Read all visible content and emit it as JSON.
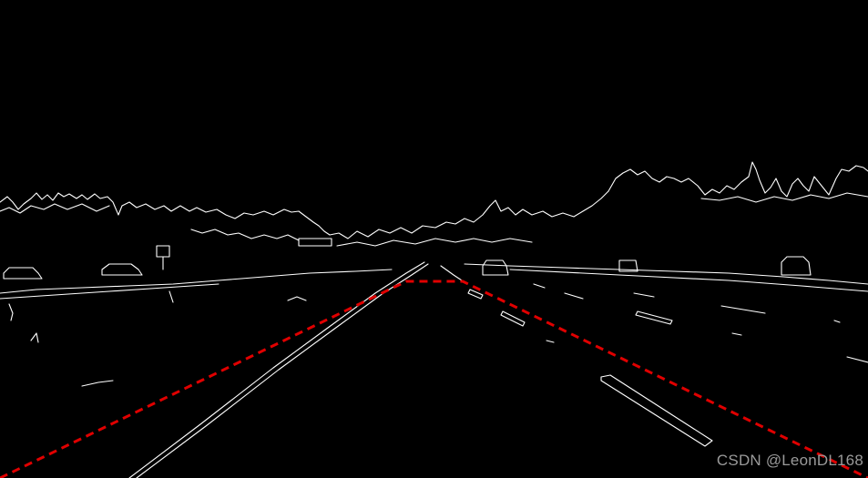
{
  "image": {
    "kind": "canny-edge-detection-result",
    "background_color": "#000000",
    "edge_color": "#ffffff",
    "overlay": {
      "shape": "region-of-interest-trapezoid",
      "style": "dashed",
      "color": "#e00000"
    }
  },
  "watermark": {
    "text": "CSDN @LeonDL168"
  }
}
